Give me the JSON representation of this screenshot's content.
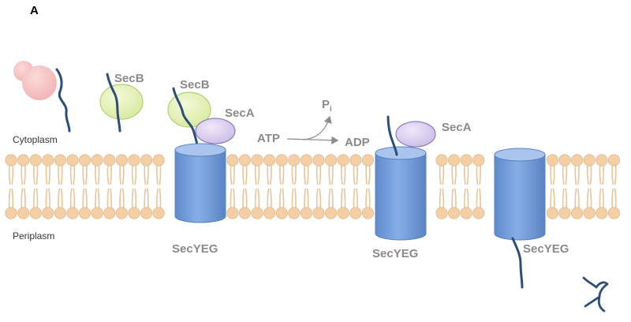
{
  "panel_label": "A",
  "regions": {
    "cytoplasm": "Cytoplasm",
    "periplasm": "Periplasm"
  },
  "proteins": {
    "secb_1": "SecB",
    "secb_2": "SecB",
    "seca_1": "SecA",
    "seca_2": "SecA",
    "secyeg_1": "SecYEG",
    "secyeg_2": "SecYEG",
    "secyeg_3": "SecYEG"
  },
  "reaction": {
    "atp": "ATP",
    "adp": "ADP",
    "pi_base": "P",
    "pi_sub": "i"
  },
  "colors": {
    "lipid_head": "#f4cfa6",
    "lipid_head_stroke": "#e3b88d",
    "lipid_tail": "#e8c49b",
    "channel_fill": "#6f9bd8",
    "channel_top": "#a9c5ee",
    "channel_stroke": "#5a83bf",
    "seca_fill": "#d9cdee",
    "seca_stroke": "#8f7fb8",
    "secb_fill": "#e3f1b5",
    "secb_stroke": "#b3cd75",
    "chaperone_fill": "#f7c2c2",
    "chain": "#2d4e7a",
    "label_gray": "#8a8a8a",
    "arrow_gray": "#8d8d8d"
  }
}
